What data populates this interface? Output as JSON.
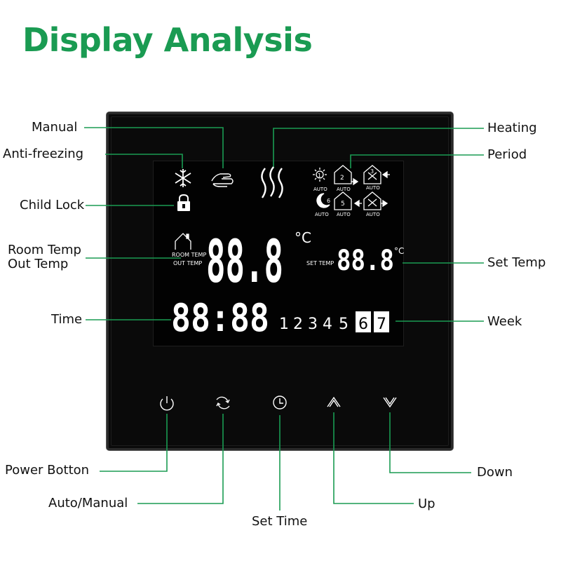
{
  "title": "Display Analysis",
  "labels": {
    "manual": "Manual",
    "anti_freezing": "Anti-freezing",
    "child_lock": "Child Lock",
    "room_temp": "Room Temp",
    "out_temp": "Out Temp",
    "time": "Time",
    "heating": "Heating",
    "period": "Period",
    "set_temp": "Set Temp",
    "week": "Week",
    "power_button": "Power Botton",
    "auto_manual": "Auto/Manual",
    "set_time": "Set Time",
    "up": "Up",
    "down": "Down"
  },
  "lcd": {
    "room_temp_value": "88.8",
    "temp_unit": "°C",
    "room_temp_tag": "ROOM TEMP",
    "out_temp_tag": "OUT  TEMP",
    "set_temp_tag": "SET TEMP",
    "set_temp_value": "88.8",
    "time_value": "88:88",
    "week_days": [
      "1",
      "2",
      "3",
      "4",
      "5",
      "6",
      "7"
    ],
    "period_auto": "AUTO",
    "period_numbers": [
      "1",
      "2",
      "3",
      "6",
      "5"
    ]
  },
  "colors": {
    "accent": "#1a9b52",
    "leader": "#1a9b52",
    "lcd_bg": "#020202",
    "panel": "#0a0a0a"
  },
  "icons": [
    "snowflake-icon",
    "hand-icon",
    "heating-waves-icon",
    "lock-icon",
    "sun-icon",
    "moon-icon",
    "house-icon",
    "power-icon",
    "refresh-icon",
    "clock-icon",
    "up-arrow-icon",
    "down-arrow-icon"
  ]
}
